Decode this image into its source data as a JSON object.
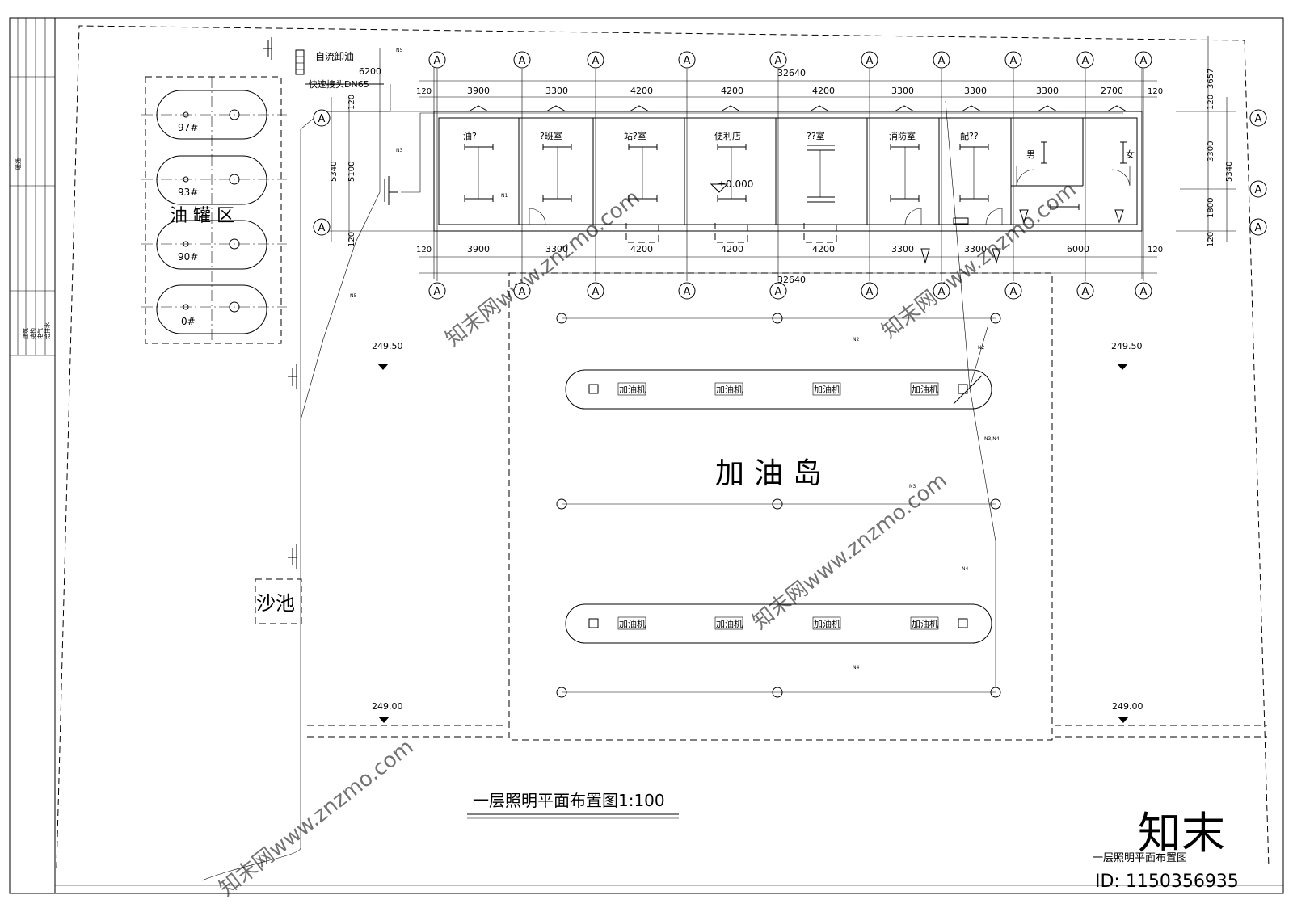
{
  "title": "一层照明平面布置图1:100",
  "subtitle": "一层照明平面布置图",
  "watermark": {
    "logo": "知末",
    "id": "ID: 1150356935",
    "site": "知末网www.znzmo.com"
  },
  "title_block": [
    "建筑",
    "结构",
    "电气",
    "给排水",
    "暖通"
  ],
  "tank_area": {
    "label": "油 罐 区",
    "tanks": [
      "97#",
      "93#",
      "90#",
      "0#"
    ]
  },
  "annotations": {
    "self_flow": "自流卸油",
    "quick_joint": "快速接头DN65",
    "sand_pool": "沙池",
    "island": "加油岛",
    "elev_zero": "±0.000"
  },
  "grid_label": "A",
  "dims": {
    "top_total": "32640",
    "bottom_total": "32640",
    "top_spans": [
      "3900",
      "3300",
      "4200",
      "4200",
      "4200",
      "3300",
      "3300",
      "3300",
      "2700"
    ],
    "bottom_spans": [
      "3900",
      "3300",
      "4200",
      "4200",
      "4200",
      "3300",
      "3300",
      "6000"
    ],
    "edge": "120",
    "left_first": "6200",
    "left_v": [
      "5340",
      "5100"
    ],
    "right_v": [
      "3657",
      "3300",
      "1800",
      "5340"
    ]
  },
  "rooms": [
    "油?",
    "?班室",
    "站?室",
    "便利店",
    "??室",
    "消防室",
    "配??"
  ],
  "toilets": [
    "男",
    "女"
  ],
  "dispenser_label": "加油机",
  "elevations": [
    "249.50",
    "249.50",
    "249.00",
    "249.00"
  ],
  "circuits": [
    "N5",
    "N3",
    "N2",
    "N2",
    "N3,N4",
    "N3",
    "N4",
    "N4",
    "N5",
    "N1"
  ]
}
